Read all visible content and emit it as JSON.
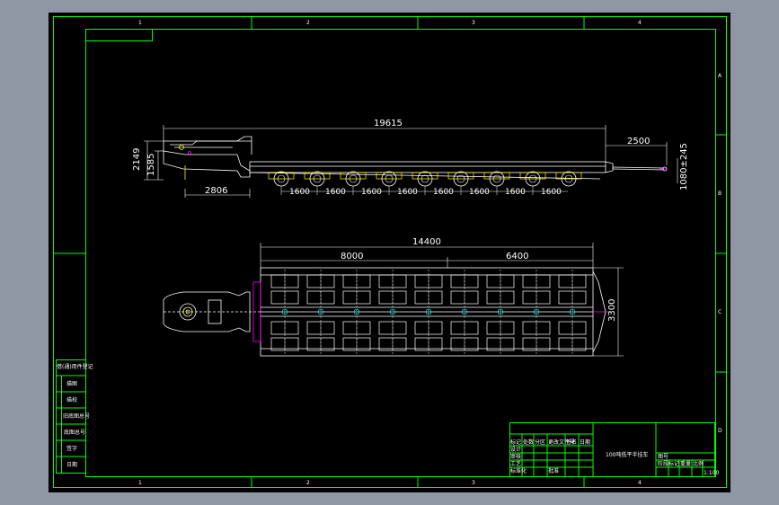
{
  "colors": {
    "background": "#8e97a3",
    "canvas": "#000000",
    "border": "#00ff00",
    "drawing": "#ffffff",
    "accent": "#ffff00",
    "marker": "#ff00ff"
  },
  "zones": {
    "columns": [
      "1",
      "2",
      "3",
      "4"
    ],
    "rows": [
      "A",
      "B",
      "C",
      "D"
    ]
  },
  "side_view": {
    "overall_length": "19615",
    "front_overhang": "2500",
    "height_1": "2149",
    "height_2": "1585",
    "kingpin_offset": "2806",
    "axle_spacings": [
      "1600",
      "1600",
      "1600",
      "1600",
      "1600",
      "1600",
      "1600",
      "1600"
    ],
    "front_height": "1080±245"
  },
  "top_view": {
    "platform_length": "14400",
    "segment_1": "8000",
    "segment_2": "6400",
    "width": "3300"
  },
  "title_block": {
    "drawing_title": "100吨低平半挂车",
    "labels": [
      "标记",
      "处数",
      "分区",
      "更改文件号",
      "签名",
      "日期",
      "设计",
      "审核",
      "工艺",
      "标准化",
      "批准"
    ],
    "right_labels": [
      "图号",
      "阶段标记",
      "重量",
      "比例"
    ],
    "scale": "1:100"
  },
  "side_stamp": {
    "labels": [
      "借(通)用件登记",
      "描图",
      "描校",
      "旧底图总号",
      "底图总号",
      "签字",
      "日期"
    ]
  }
}
